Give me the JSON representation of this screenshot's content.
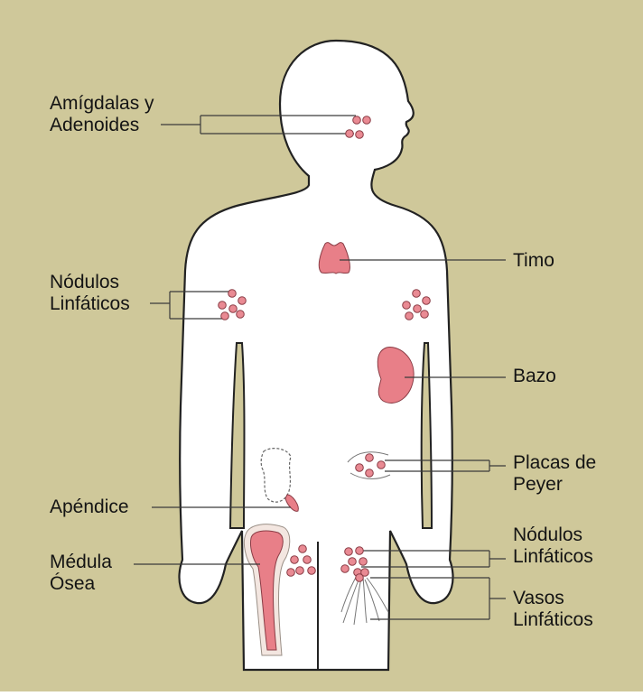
{
  "colors": {
    "background": "#cfc89a",
    "body_fill": "#ffffff",
    "outline": "#222222",
    "organ": "#e87f88",
    "node_fill": "#e98a93",
    "node_stroke": "#8a3c45",
    "leader": "#3a3a3a"
  },
  "labels": {
    "tonsils": {
      "line1": "Amígdalas y",
      "line2": "Adenoides"
    },
    "nodes_left": {
      "line1": "Nódulos",
      "line2": "Linfáticos"
    },
    "appendix": {
      "line1": "Apéndice"
    },
    "marrow": {
      "line1": "Médula",
      "line2": "Ósea"
    },
    "thymus": {
      "line1": "Timo"
    },
    "spleen": {
      "line1": "Bazo"
    },
    "peyer": {
      "line1": "Placas de",
      "line2": "Peyer"
    },
    "nodes_groin": {
      "line1": "Nódulos",
      "line2": "Linfáticos"
    },
    "vessels": {
      "line1": "Vasos",
      "line2": "Linfáticos"
    }
  }
}
